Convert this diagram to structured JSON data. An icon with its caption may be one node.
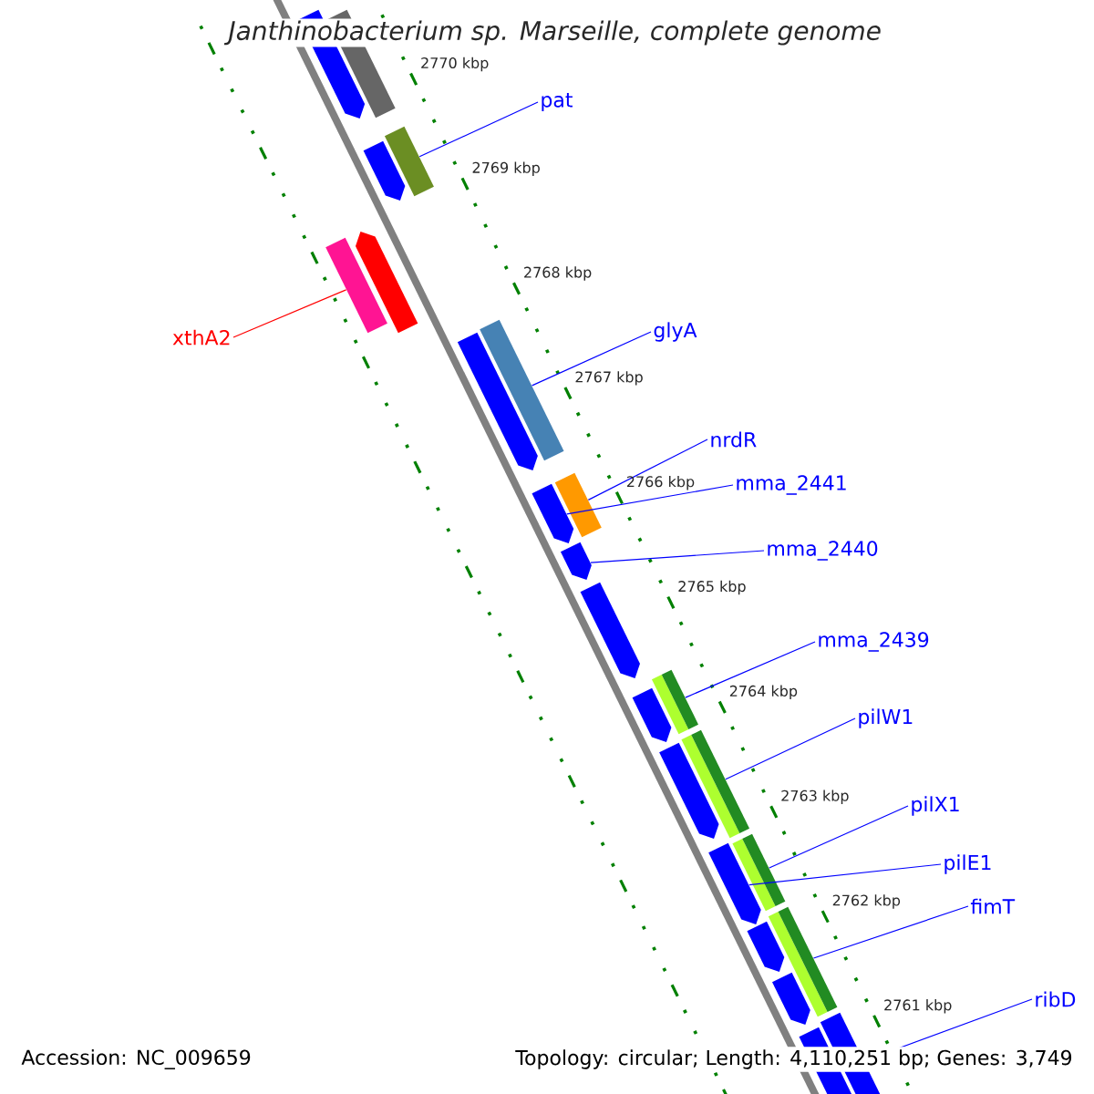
{
  "diagram": {
    "title": "Janthinobacterium sp. Marseille, complete genome",
    "nodes": [
      {
        "text": [
          "pat"
        ]
      },
      {
        "text": [
          "xthA2"
        ]
      },
      {
        "text": [
          "glyA"
        ]
      },
      {
        "text": [
          "nrdR"
        ]
      },
      {
        "text": [
          "mma_2441"
        ]
      },
      {
        "text": [
          "mma_2440"
        ]
      },
      {
        "text": [
          "mma_2439"
        ]
      },
      {
        "text": [
          "pilW1"
        ]
      },
      {
        "text": [
          "pilX1"
        ]
      },
      {
        "text": [
          "pilE1"
        ]
      },
      {
        "text": [
          "fimT"
        ]
      },
      {
        "text": [
          "ribD"
        ]
      },
      {
        "text": [],
        "shape": "arrow"
      },
      {
        "text": [],
        "shape": "box"
      },
      {
        "text": [],
        "shape": "arrow"
      },
      {
        "text": [],
        "shape": "box"
      },
      {
        "text": [],
        "shape": "box"
      },
      {
        "text": [],
        "shape": "arrow"
      },
      {
        "text": [],
        "shape": "arrow"
      },
      {
        "text": [],
        "shape": "box"
      },
      {
        "text": [],
        "shape": "box"
      },
      {
        "text": [],
        "shape": "arrow"
      },
      {
        "text": [],
        "shape": "arrow"
      },
      {
        "text": [],
        "shape": "arrow"
      },
      {
        "text": [],
        "shape": "box"
      },
      {
        "text": [],
        "shape": "arrow"
      },
      {
        "text": [],
        "shape": "box"
      },
      {
        "text": [],
        "shape": "arrow"
      },
      {
        "text": [],
        "shape": "box"
      },
      {
        "text": [],
        "shape": "arrow"
      },
      {
        "text": [],
        "shape": "box"
      },
      {
        "text": [],
        "shape": "arrow"
      },
      {
        "text": [],
        "shape": "arrow"
      },
      {
        "text": [],
        "shape": "box"
      },
      {
        "text": [],
        "shape": "arrow"
      }
    ],
    "edges": [
      {
        "from": 0,
        "to": 15,
        "arrow": "none"
      },
      {
        "from": 1,
        "to": 16,
        "arrow": "none",
        "color": "#ff0000"
      },
      {
        "from": 2,
        "to": 19,
        "arrow": "none"
      },
      {
        "from": 3,
        "to": 20,
        "arrow": "none"
      },
      {
        "from": 4,
        "to": 21,
        "arrow": "none"
      },
      {
        "from": 5,
        "to": 22,
        "arrow": "none"
      },
      {
        "from": 6,
        "to": 24,
        "arrow": "none"
      },
      {
        "from": 7,
        "to": 26,
        "arrow": "none"
      },
      {
        "from": 8,
        "to": 28,
        "arrow": "none"
      },
      {
        "from": 9,
        "to": 29,
        "arrow": "none"
      },
      {
        "from": 10,
        "to": 30,
        "arrow": "none"
      },
      {
        "from": 11,
        "to": 33,
        "arrow": "none"
      }
    ],
    "labels": [
      "2770 kbp",
      "2769 kbp",
      "2768 kbp",
      "2767 kbp",
      "2766 kbp",
      "2765 kbp",
      "2764 kbp",
      "2763 kbp",
      "2762 kbp",
      "2761 kbp",
      "Accession: NC_009659",
      "Topology: circular; Length: 4,110,251 bp; Genes: 3,749"
    ]
  }
}
